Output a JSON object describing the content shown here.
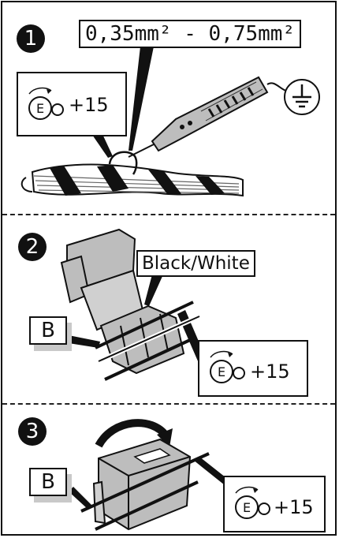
{
  "steps": [
    {
      "number": "1",
      "spec_label": "0,35mm² - 0,75mm²",
      "torque_value": "+15"
    },
    {
      "number": "2",
      "wire_label": "Black/White",
      "connector_label": "B",
      "torque_value": "+15"
    },
    {
      "number": "3",
      "connector_label": "B",
      "torque_value": "+15"
    }
  ],
  "icons": {
    "ground": "ground-symbol-icon",
    "torque": "torque-key-icon",
    "rotate": "rotate-arrow-icon"
  }
}
